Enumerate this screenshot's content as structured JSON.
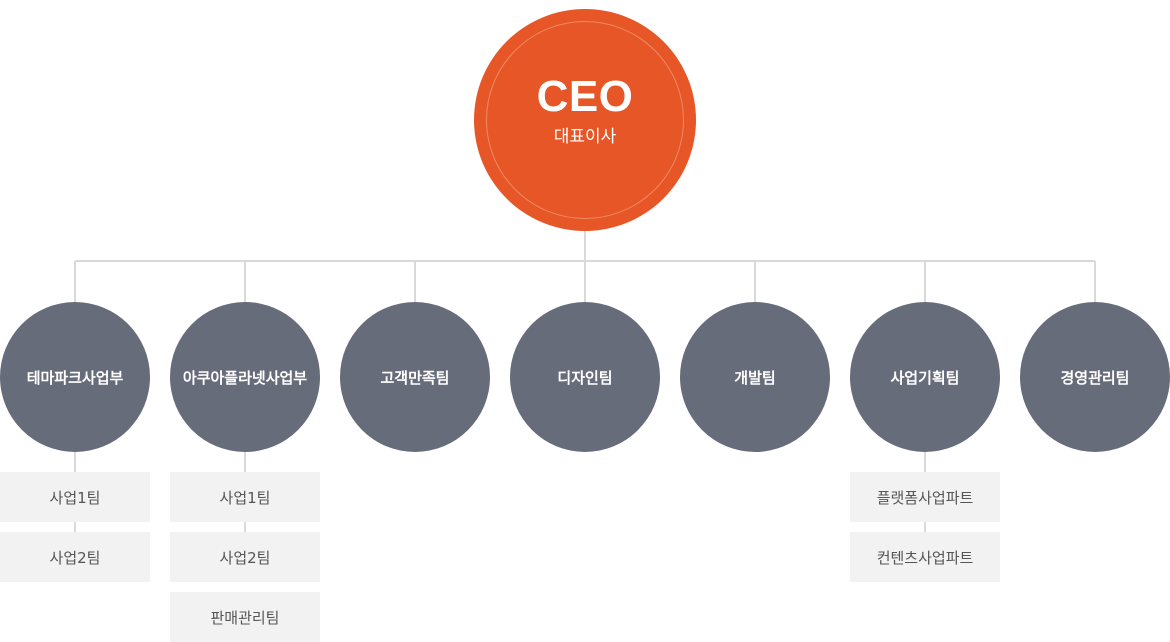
{
  "ceo": {
    "title": "CEO",
    "subtitle": "대표이사"
  },
  "departments": [
    {
      "label": "테마파크사업부",
      "teams": [
        "사업1팀",
        "사업2팀"
      ]
    },
    {
      "label": "아쿠아플라넷사업부",
      "teams": [
        "사업1팀",
        "사업2팀",
        "판매관리팀"
      ]
    },
    {
      "label": "고객만족팀",
      "teams": []
    },
    {
      "label": "디자인팀",
      "teams": []
    },
    {
      "label": "개발팀",
      "teams": []
    },
    {
      "label": "사업기획팀",
      "teams": [
        "플랫폼사업파트",
        "컨텐츠사업파트"
      ]
    },
    {
      "label": "경영관리팀",
      "teams": []
    }
  ],
  "colors": {
    "ceo": "#e75626",
    "department": "#676c7b",
    "team_box": "#f2f2f2",
    "connector": "#d9d9d9"
  }
}
